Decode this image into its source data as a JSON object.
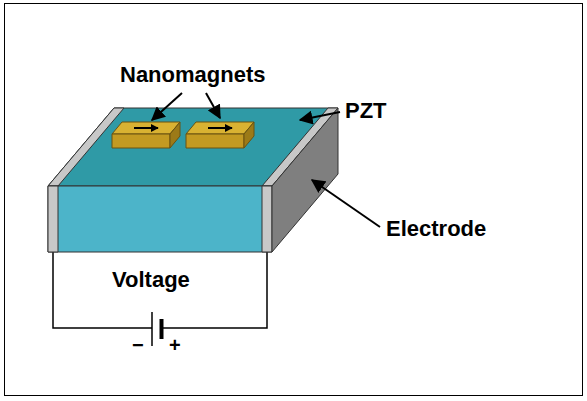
{
  "diagram": {
    "labels": [
      "Nanomagnets",
      "PZT",
      "Electrode",
      "Voltage",
      "−",
      "+"
    ]
  }
}
